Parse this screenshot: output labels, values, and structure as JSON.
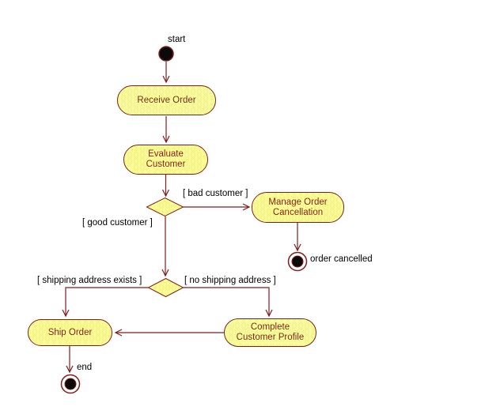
{
  "diagram": {
    "type": "uml-activity-diagram",
    "colors": {
      "stroke": "#7e1d1d",
      "node_text": "#7e1d1d",
      "label_text": "#000000",
      "node_fill_dot": "#ffff2e",
      "node_fill_base": "#ffffff",
      "background": "#ffffff"
    },
    "nodes": {
      "start_label": "start",
      "receive_order": "Receive Order",
      "evaluate_customer": "Evaluate\nCustomer",
      "manage_order_cancellation": "Manage Order\nCancellation",
      "ship_order": "Ship Order",
      "complete_customer_profile": "Complete\nCustomer Profile",
      "order_cancelled_label": "order cancelled",
      "end_label": "end"
    },
    "guards": {
      "bad_customer": "[ bad customer ]",
      "good_customer": "[ good customer ]",
      "shipping_address_exists": "[ shipping address exists ]",
      "no_shipping_address": "[ no shipping address ]"
    }
  }
}
